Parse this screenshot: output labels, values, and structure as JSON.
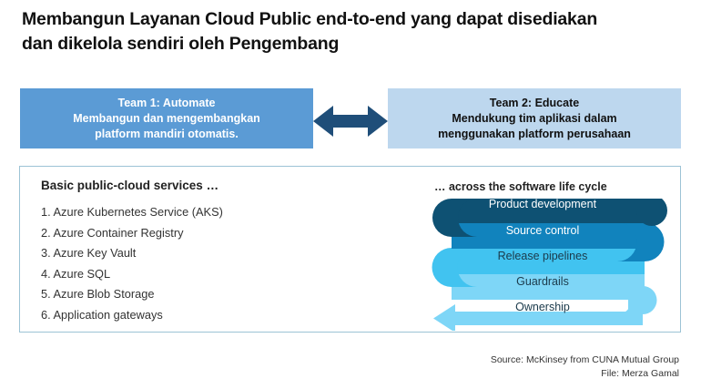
{
  "slide": {
    "title_line1": "Membangun Layanan Cloud Public end-to-end yang dapat disediakan",
    "title_line2": "dan dikelola sendiri oleh Pengembang"
  },
  "teams": [
    {
      "id": "team1",
      "heading": "Team 1: Automate",
      "body_line1": "Membangun dan mengembangkan",
      "body_line2": "platform mandiri otomatis.",
      "bg": "#5b9bd5",
      "text_color": "#ffffff"
    },
    {
      "id": "team2",
      "heading": "Team 2: Educate",
      "body_line1": "Mendukung tim aplikasi dalam",
      "body_line2": "menggunakan platform perusahaan",
      "bg": "#bdd7ee",
      "text_color": "#111111"
    }
  ],
  "connector": {
    "icon": "double-headed-arrow-icon",
    "color": "#1f4e79"
  },
  "panel": {
    "left_heading": "Basic public-cloud services …",
    "right_heading": "… across the software life cycle",
    "border_color": "#9cc3d5",
    "services": [
      "1. Azure Kubernetes Service (AKS)",
      "2. Azure Container Registry",
      "3. Azure Key Vault",
      "4. Azure SQL",
      "5. Azure Blob Storage",
      "6. Application gateways"
    ]
  },
  "chart_data": {
    "type": "diagram",
    "title": "… across the software life cycle",
    "shape": "serpentine-snake-arrow",
    "flow_direction": "top-right to bottom-left",
    "stages": [
      {
        "order": 1,
        "label": "Product development",
        "color": "#0e5173",
        "text_color": "#ffffff",
        "direction": "right-to-left",
        "cap": "round-dot-start"
      },
      {
        "order": 2,
        "label": "Source control",
        "color": "#1183bd",
        "text_color": "#ffffff",
        "direction": "left-to-right",
        "cap": "none"
      },
      {
        "order": 3,
        "label": "Release pipelines",
        "color": "#41c3f0",
        "text_color": "#1b3a4b",
        "direction": "right-to-left",
        "cap": "none"
      },
      {
        "order": 4,
        "label": "Guardrails",
        "color": "#7ed6f7",
        "text_color": "#1b3a4b",
        "direction": "left-to-right",
        "cap": "none"
      },
      {
        "order": 5,
        "label": "Ownership",
        "color": "#7ed6f7",
        "text_color": "#1b3a4b",
        "direction": "right-to-left",
        "cap": "arrowhead-end-left"
      }
    ]
  },
  "source": {
    "line1": "Source: McKinsey from CUNA Mutual Group",
    "line2": "File: Merza Gamal"
  }
}
